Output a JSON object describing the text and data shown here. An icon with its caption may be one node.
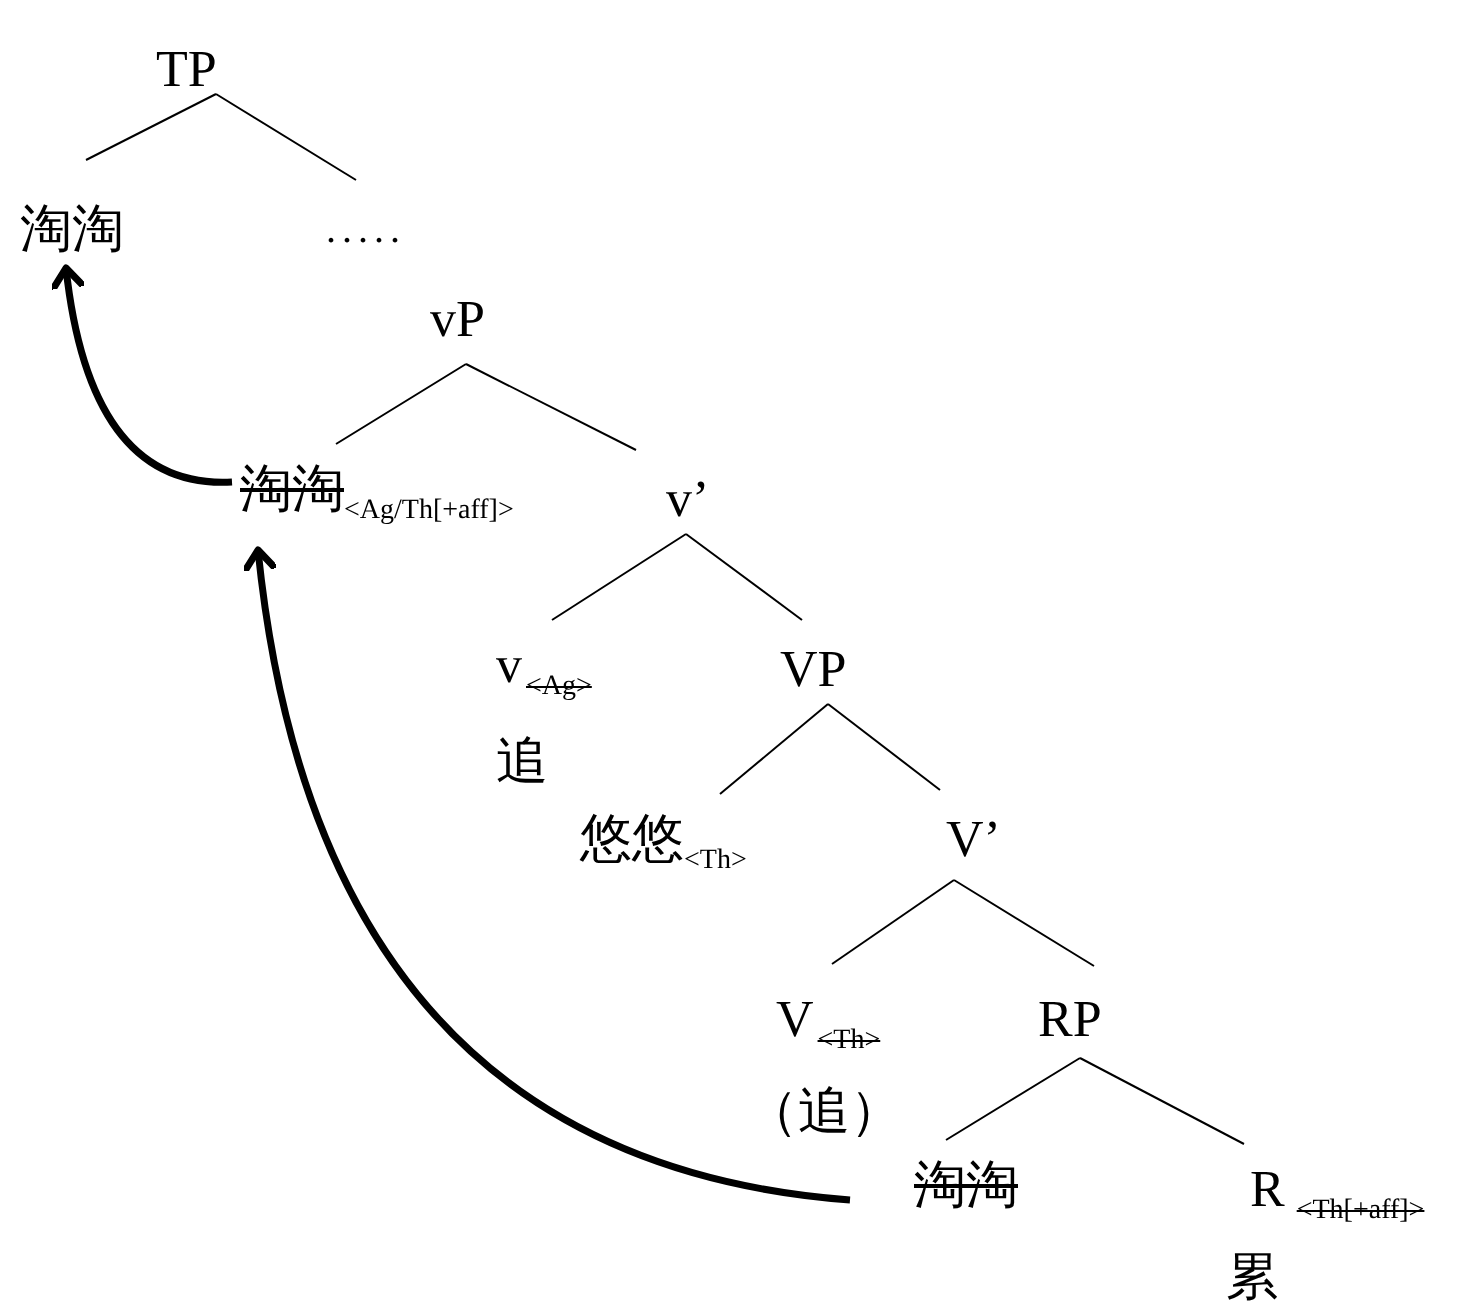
{
  "diagram": {
    "nodes": [
      {
        "text": [
          "TP"
        ]
      },
      {
        "text": [
          "淘淘"
        ]
      },
      {
        "text": [
          "....."
        ]
      },
      {
        "text": [
          "vP"
        ]
      },
      {
        "text": [
          "淘淘",
          "<Ag/Th[+aff]>"
        ]
      },
      {
        "text": [
          "v’"
        ]
      },
      {
        "text": [
          "v",
          "<Ag>",
          "追"
        ]
      },
      {
        "text": [
          "VP"
        ]
      },
      {
        "text": [
          "悠悠",
          "<Th>"
        ]
      },
      {
        "text": [
          "V’"
        ]
      },
      {
        "text": [
          "V",
          "<Th>",
          "（追）"
        ]
      },
      {
        "text": [
          "RP"
        ]
      },
      {
        "text": [
          "淘淘"
        ]
      },
      {
        "text": [
          "R",
          "<Th[+aff]>",
          "累"
        ]
      }
    ],
    "edges": [
      {
        "from": 0,
        "to": 1,
        "arrow": "none"
      },
      {
        "from": 0,
        "to": 2,
        "arrow": "none"
      },
      {
        "from": 3,
        "to": 4,
        "arrow": "none"
      },
      {
        "from": 3,
        "to": 5,
        "arrow": "none"
      },
      {
        "from": 5,
        "to": 6,
        "arrow": "none"
      },
      {
        "from": 5,
        "to": 7,
        "arrow": "none"
      },
      {
        "from": 7,
        "to": 8,
        "arrow": "none"
      },
      {
        "from": 7,
        "to": 9,
        "arrow": "none"
      },
      {
        "from": 9,
        "to": 10,
        "arrow": "none"
      },
      {
        "from": 9,
        "to": 11,
        "arrow": "none"
      },
      {
        "from": 11,
        "to": 12,
        "arrow": "none"
      },
      {
        "from": 11,
        "to": 13,
        "arrow": "none"
      },
      {
        "from": 4,
        "to": 1,
        "arrow": "to",
        "style": "thick"
      },
      {
        "from": 12,
        "to": 4,
        "arrow": "to",
        "style": "thick"
      }
    ]
  }
}
